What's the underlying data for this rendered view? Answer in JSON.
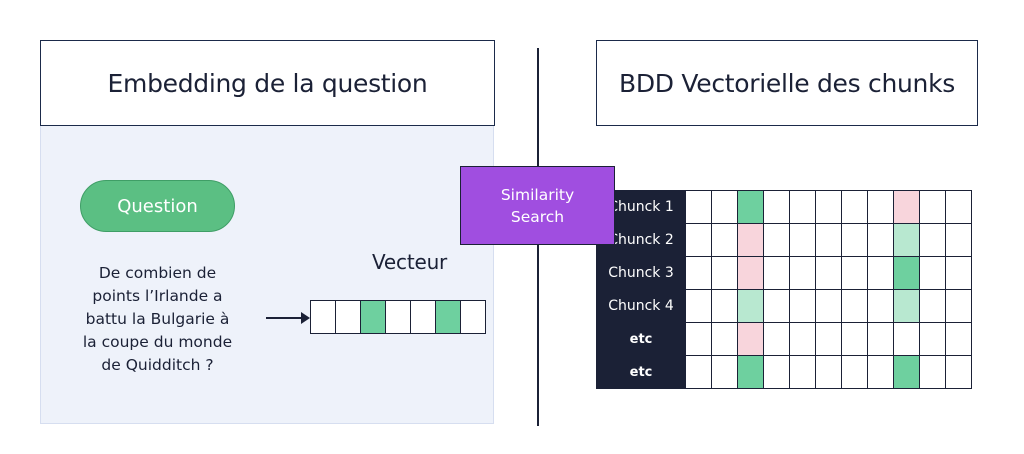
{
  "left_panel": {
    "title": "Embedding de la question",
    "question_label": "Question",
    "question_text": "De combien de\npoints l’Irlande a\nbattu la Bulgarie à\nla coupe du monde\nde Quidditch ?",
    "vector_label": "Vecteur",
    "vector_cells": [
      "empty",
      "empty",
      "dark",
      "empty",
      "empty",
      "dark",
      "empty"
    ]
  },
  "center": {
    "search_line1": "Similarity",
    "search_line2": "Search"
  },
  "right_panel": {
    "title": "BDD Vectorielle des chunks",
    "rows": [
      {
        "label": "Chunck 1",
        "bold": false,
        "cells": [
          "empty",
          "empty",
          "dark",
          "empty",
          "empty",
          "empty",
          "empty",
          "empty",
          "pink",
          "empty",
          "empty"
        ]
      },
      {
        "label": "Chunck 2",
        "bold": false,
        "cells": [
          "empty",
          "empty",
          "pink",
          "empty",
          "empty",
          "empty",
          "empty",
          "empty",
          "light",
          "empty",
          "empty"
        ]
      },
      {
        "label": "Chunck 3",
        "bold": false,
        "cells": [
          "empty",
          "empty",
          "pink",
          "empty",
          "empty",
          "empty",
          "empty",
          "empty",
          "dark",
          "empty",
          "empty"
        ]
      },
      {
        "label": "Chunck 4",
        "bold": false,
        "cells": [
          "empty",
          "empty",
          "light",
          "empty",
          "empty",
          "empty",
          "empty",
          "empty",
          "light",
          "empty",
          "empty"
        ]
      },
      {
        "label": "etc",
        "bold": true,
        "cells": [
          "empty",
          "empty",
          "pink",
          "empty",
          "empty",
          "empty",
          "empty",
          "empty",
          "empty",
          "empty",
          "empty"
        ]
      },
      {
        "label": "etc",
        "bold": true,
        "cells": [
          "empty",
          "empty",
          "dark",
          "empty",
          "empty",
          "empty",
          "empty",
          "empty",
          "dark",
          "empty",
          "empty"
        ]
      }
    ]
  },
  "colors": {
    "dark": "#6ed09f",
    "light": "#b8e8d0",
    "pink": "#f8d5dc",
    "empty": "#ffffff"
  }
}
